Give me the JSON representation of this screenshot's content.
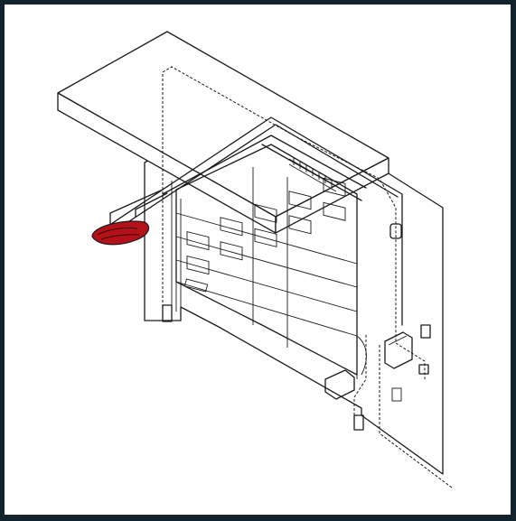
{
  "colors": {
    "background": "#13232d",
    "canvas": "#ffffff",
    "line": "#1b1b1b",
    "motor_unit": "#b3121b"
  },
  "components": [
    {
      "name": "garage-wall",
      "icon": "wall-outline-icon"
    },
    {
      "name": "ceiling-beam",
      "icon": "beam-icon"
    },
    {
      "name": "sectional-door",
      "icon": "door-panels-icon"
    },
    {
      "name": "drive-rail",
      "icon": "rail-icon"
    },
    {
      "name": "operator-motor-unit",
      "icon": "motor-icon"
    },
    {
      "name": "torsion-spring",
      "icon": "spring-icon"
    },
    {
      "name": "control-box",
      "icon": "control-box-icon"
    },
    {
      "name": "photocell-sensors",
      "icon": "sensor-icon"
    },
    {
      "name": "warning-lamp",
      "icon": "lamp-icon"
    },
    {
      "name": "wiring",
      "icon": "dashed-cable-icon"
    }
  ]
}
